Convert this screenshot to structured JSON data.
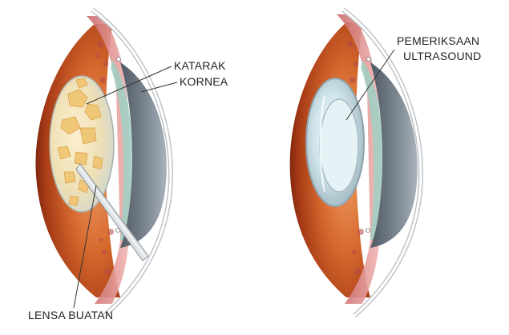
{
  "labels": {
    "katarak": "KATARAK",
    "kornea": "KORNEA",
    "pemeriksaan_line1": "PEMERIKSAAN",
    "pemeriksaan_line2": "ULTRASOUND",
    "lensa_buatan": "LENSA BUATAN"
  },
  "colors": {
    "iris_dark": "#8a2d12",
    "iris_mid": "#c2551f",
    "iris_light": "#e58a4f",
    "tissue_pink": "#e9a0a0",
    "cornea_gray": "#8c97a3",
    "cornea_dark": "#5b6670",
    "aqueous_green": "#9fd0c3",
    "cataract_yellow": "#f1d58f",
    "lens_clear": "#d8eaf0"
  }
}
